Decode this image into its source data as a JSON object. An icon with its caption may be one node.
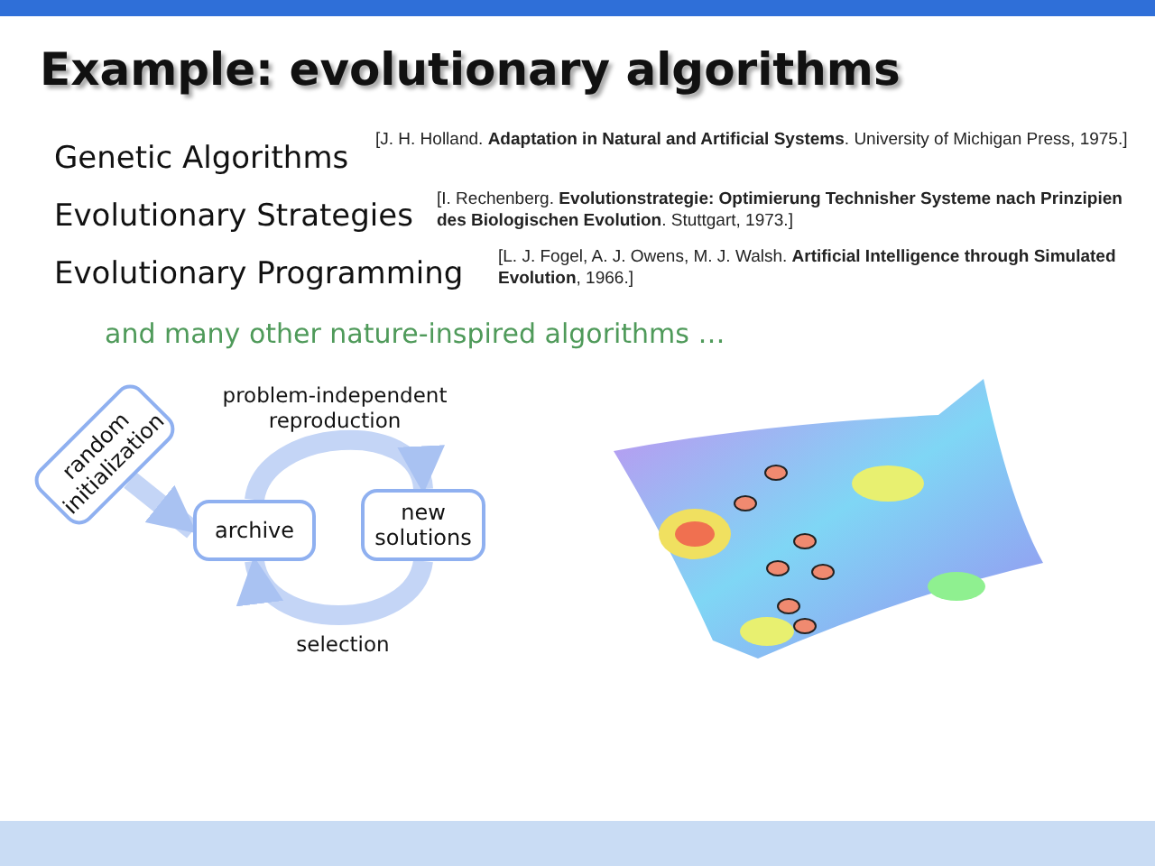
{
  "diagram": {
    "title": "Example: evolutionary algorithms",
    "nodes": [
      {
        "text": [
          "random initialization"
        ]
      },
      {
        "text": [
          "archive"
        ]
      },
      {
        "text": [
          "new solutions"
        ]
      }
    ],
    "edges": [
      {
        "from": 0,
        "to": 1,
        "arrow": "to"
      },
      {
        "from": 1,
        "to": 2,
        "arrow": "to",
        "label": "problem-independent reproduction"
      },
      {
        "from": 2,
        "to": 1,
        "arrow": "to",
        "label": "selection"
      }
    ],
    "labels": [
      "Genetic Algorithms",
      "[J. H. Holland. **Adaptation in Natural and Artificial Systems**. University of Michigan Press, 1975.]",
      "Evolutionary Strategies",
      "[I. Rechenberg. **Evolutionstrategie: Optimierung Technisher Systeme nach Prinzipien des Biologischen Evolution**. Stuttgart, 1973.]",
      "Evolutionary Programming",
      "[L. J. Fogel, A. J. Owens, M. J. Walsh. **Artificial Intelligence through Simulated Evolution**, 1966.]",
      "and many other nature-inspired algorithms …"
    ]
  }
}
